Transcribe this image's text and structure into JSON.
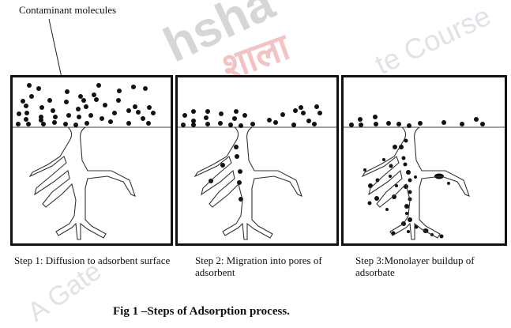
{
  "figure": {
    "pointer_label": "Contaminant molecules",
    "title": "Fig 1 –Steps of Adsorption process.",
    "steps": [
      {
        "caption": "Step 1: Diffusion to adsorbent surface"
      },
      {
        "caption": "Step 2: Migration into pores of adsorbent"
      },
      {
        "caption": "Step 3:Monolayer buildup of adsorbate"
      }
    ]
  },
  "watermark": {
    "text1": "hsha",
    "text2": "शाला",
    "text3": "te Course",
    "text4": "A Gate"
  },
  "colors": {
    "line": "#111111",
    "watermark_gray": "#dcdcdc",
    "watermark_red": "#f2b8b8"
  }
}
